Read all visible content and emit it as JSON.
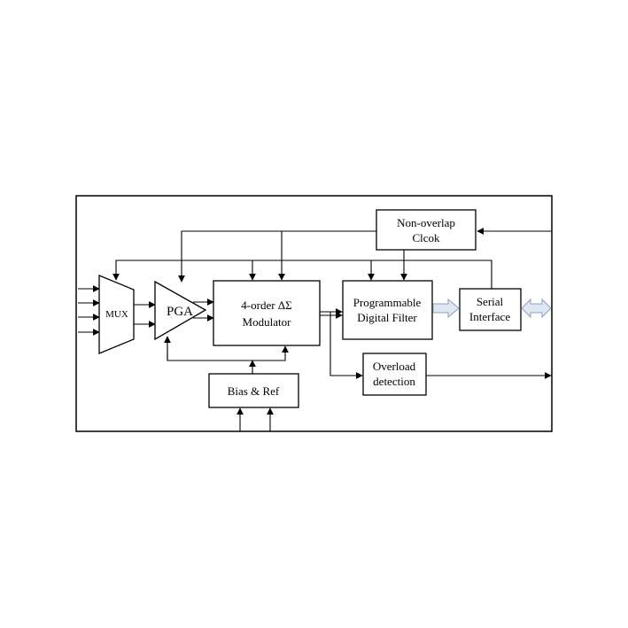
{
  "diagram": {
    "blocks": {
      "mux": "MUX",
      "pga": "PGA",
      "modulator_line1": "4-order ΔΣ",
      "modulator_line2": "Modulator",
      "clock_line1": "Non-overlap",
      "clock_line2": "Clcok",
      "filter_line1": "Programmable",
      "filter_line2": "Digital Filter",
      "serial_line1": "Serial",
      "serial_line2": "Interface",
      "overload_line1": "Overload",
      "overload_line2": "detection",
      "bias": "Bias & Ref"
    },
    "colors": {
      "line": "#000000",
      "bus_fill": "#dfe7f2",
      "bus_stroke": "#8da2bf"
    }
  }
}
